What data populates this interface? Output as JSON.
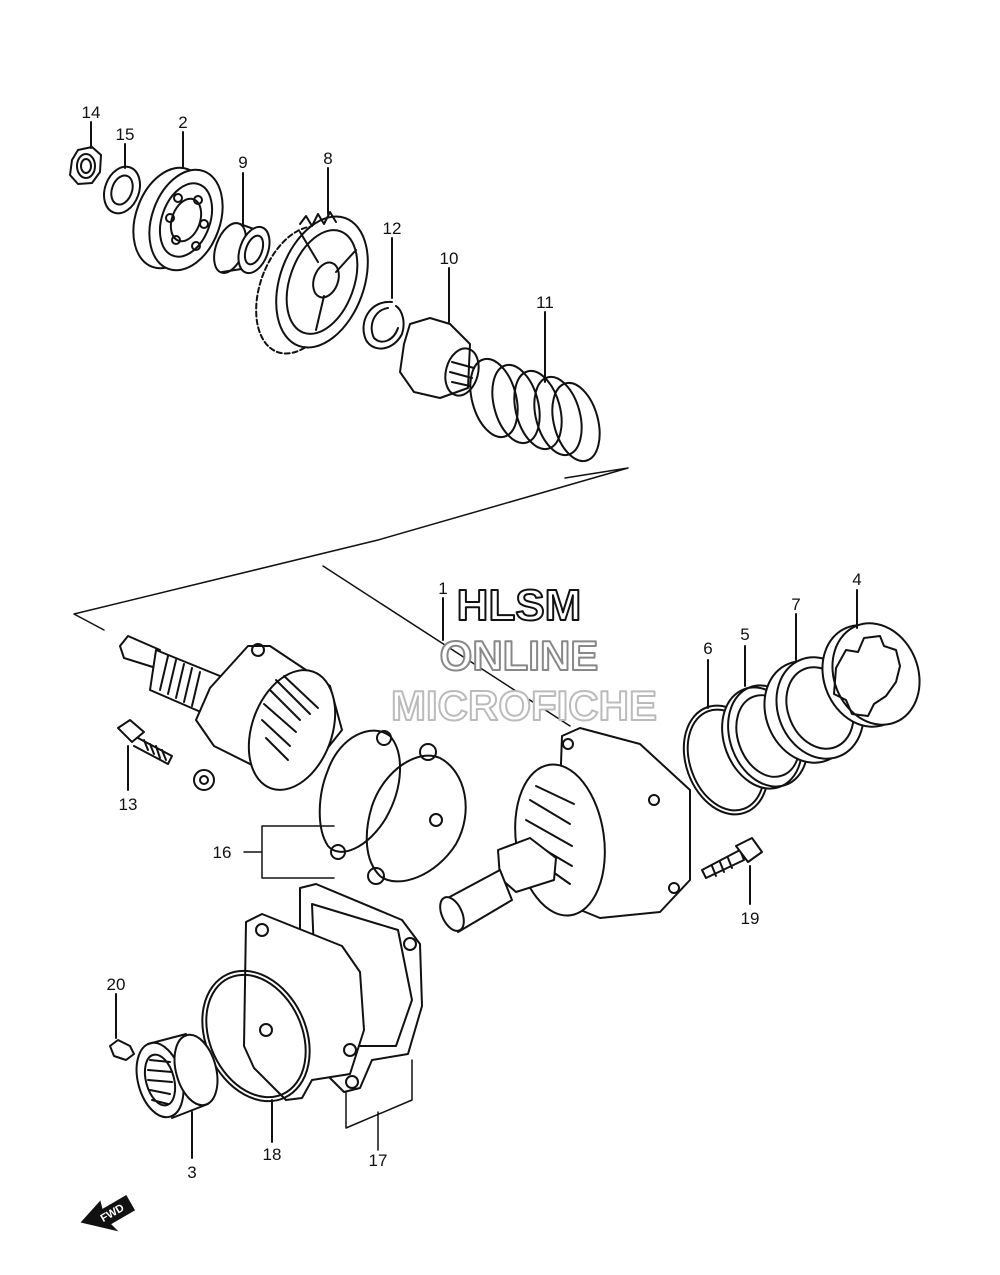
{
  "watermark": {
    "line1": "HLSM",
    "line2": "ONLINE",
    "line3": "MICROFICHE"
  },
  "fwd_label": "FWD",
  "callouts": {
    "c1": "1",
    "c2": "2",
    "c3": "3",
    "c4": "4",
    "c5": "5",
    "c6": "6",
    "c7": "7",
    "c8": "8",
    "c9": "9",
    "c10": "10",
    "c11": "11",
    "c12": "12",
    "c13": "13",
    "c14": "14",
    "c15": "15",
    "c16": "16",
    "c17": "17",
    "c18": "18",
    "c19": "19",
    "c20": "20"
  }
}
